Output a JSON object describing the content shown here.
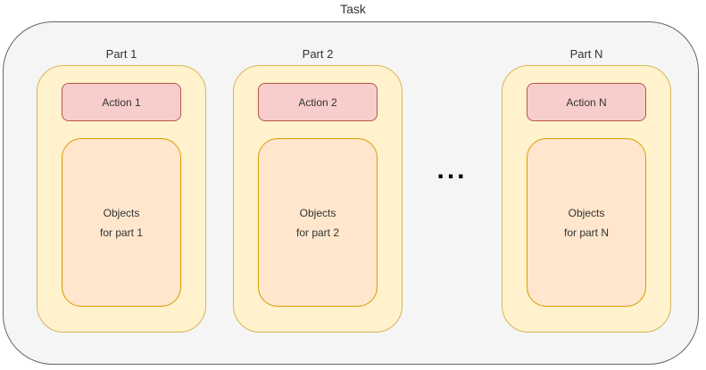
{
  "diagram": {
    "title": "Task",
    "ellipsis": "...",
    "colors": {
      "outer_fill": "#f5f5f5",
      "outer_stroke": "#666666",
      "part_fill": "#fff2cc",
      "part_stroke": "#d6b656",
      "action_fill": "#f8cecc",
      "action_stroke": "#b85450",
      "objects_fill": "#ffe6cc",
      "objects_stroke": "#d79b00",
      "text": "#333333"
    },
    "parts": [
      {
        "label": "Part 1",
        "action_label": "Action 1",
        "objects_line1": "Objects",
        "objects_line2": "for part 1"
      },
      {
        "label": "Part 2",
        "action_label": "Action 2",
        "objects_line1": "Objects",
        "objects_line2": "for part 2"
      },
      {
        "label": "Part N",
        "action_label": "Action N",
        "objects_line1": "Objects",
        "objects_line2": "for part N"
      }
    ]
  }
}
